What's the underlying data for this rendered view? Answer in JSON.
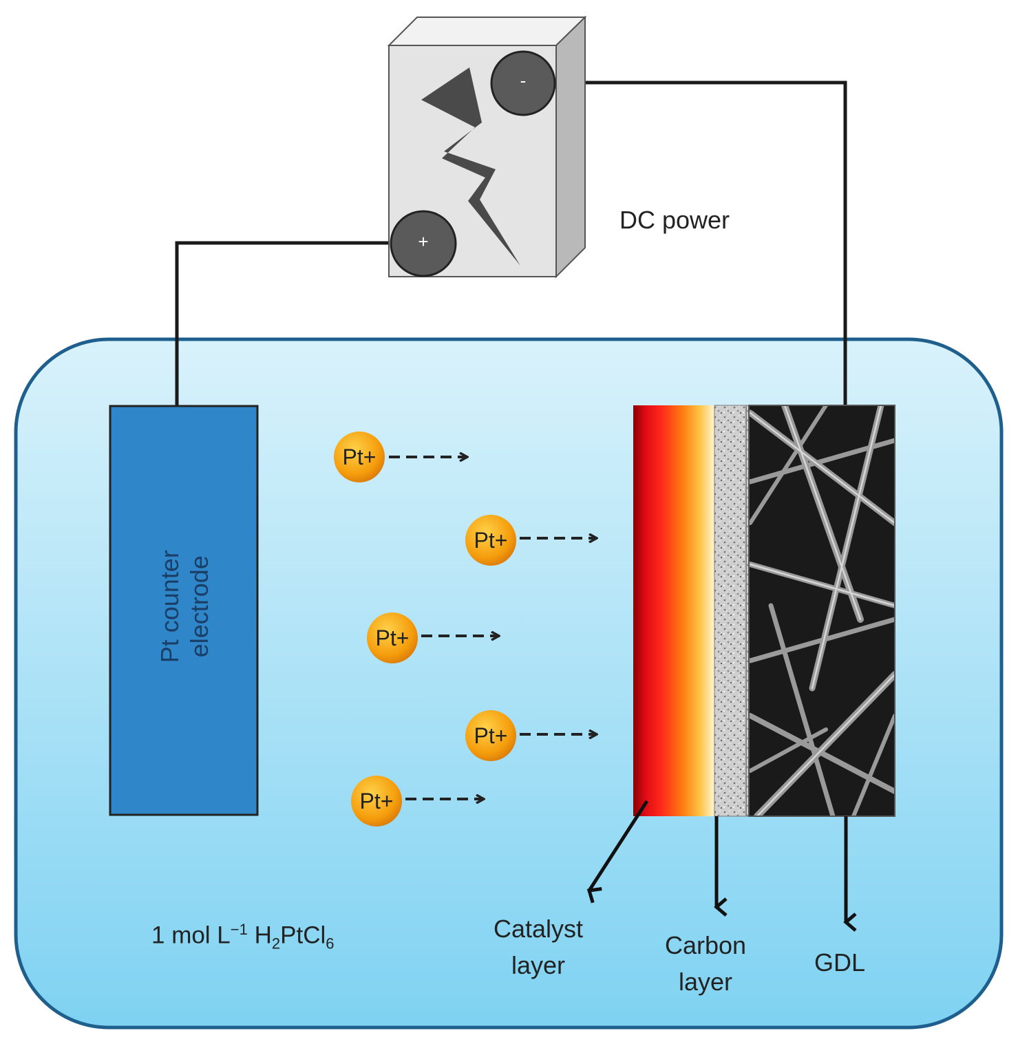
{
  "power_supply": {
    "label": "DC power",
    "positive_terminal": "+",
    "negative_terminal": "-"
  },
  "electrolyte": {
    "concentration": "1 mol L",
    "exponent": "−1",
    "formula_h": "H",
    "sub_2": "2",
    "formula_ptcl": "PtCl",
    "sub_6": "6"
  },
  "counter_electrode": {
    "line1": "Pt counter",
    "line2": "electrode"
  },
  "ions": [
    "Pt+",
    "Pt+",
    "Pt+",
    "Pt+",
    "Pt+"
  ],
  "layers": {
    "catalyst": {
      "line1": "Catalyst",
      "line2": "layer"
    },
    "carbon": {
      "line1": "Carbon",
      "line2": "layer"
    },
    "gdl": "GDL"
  },
  "colors": {
    "tank_fill_top": "#d7f1fb",
    "tank_fill_bottom": "#7fd3f3",
    "tank_border": "#1e5f8e",
    "electrode": "#2f86c9",
    "ion": "#f5a00f",
    "wire": "#1a1a1a"
  }
}
